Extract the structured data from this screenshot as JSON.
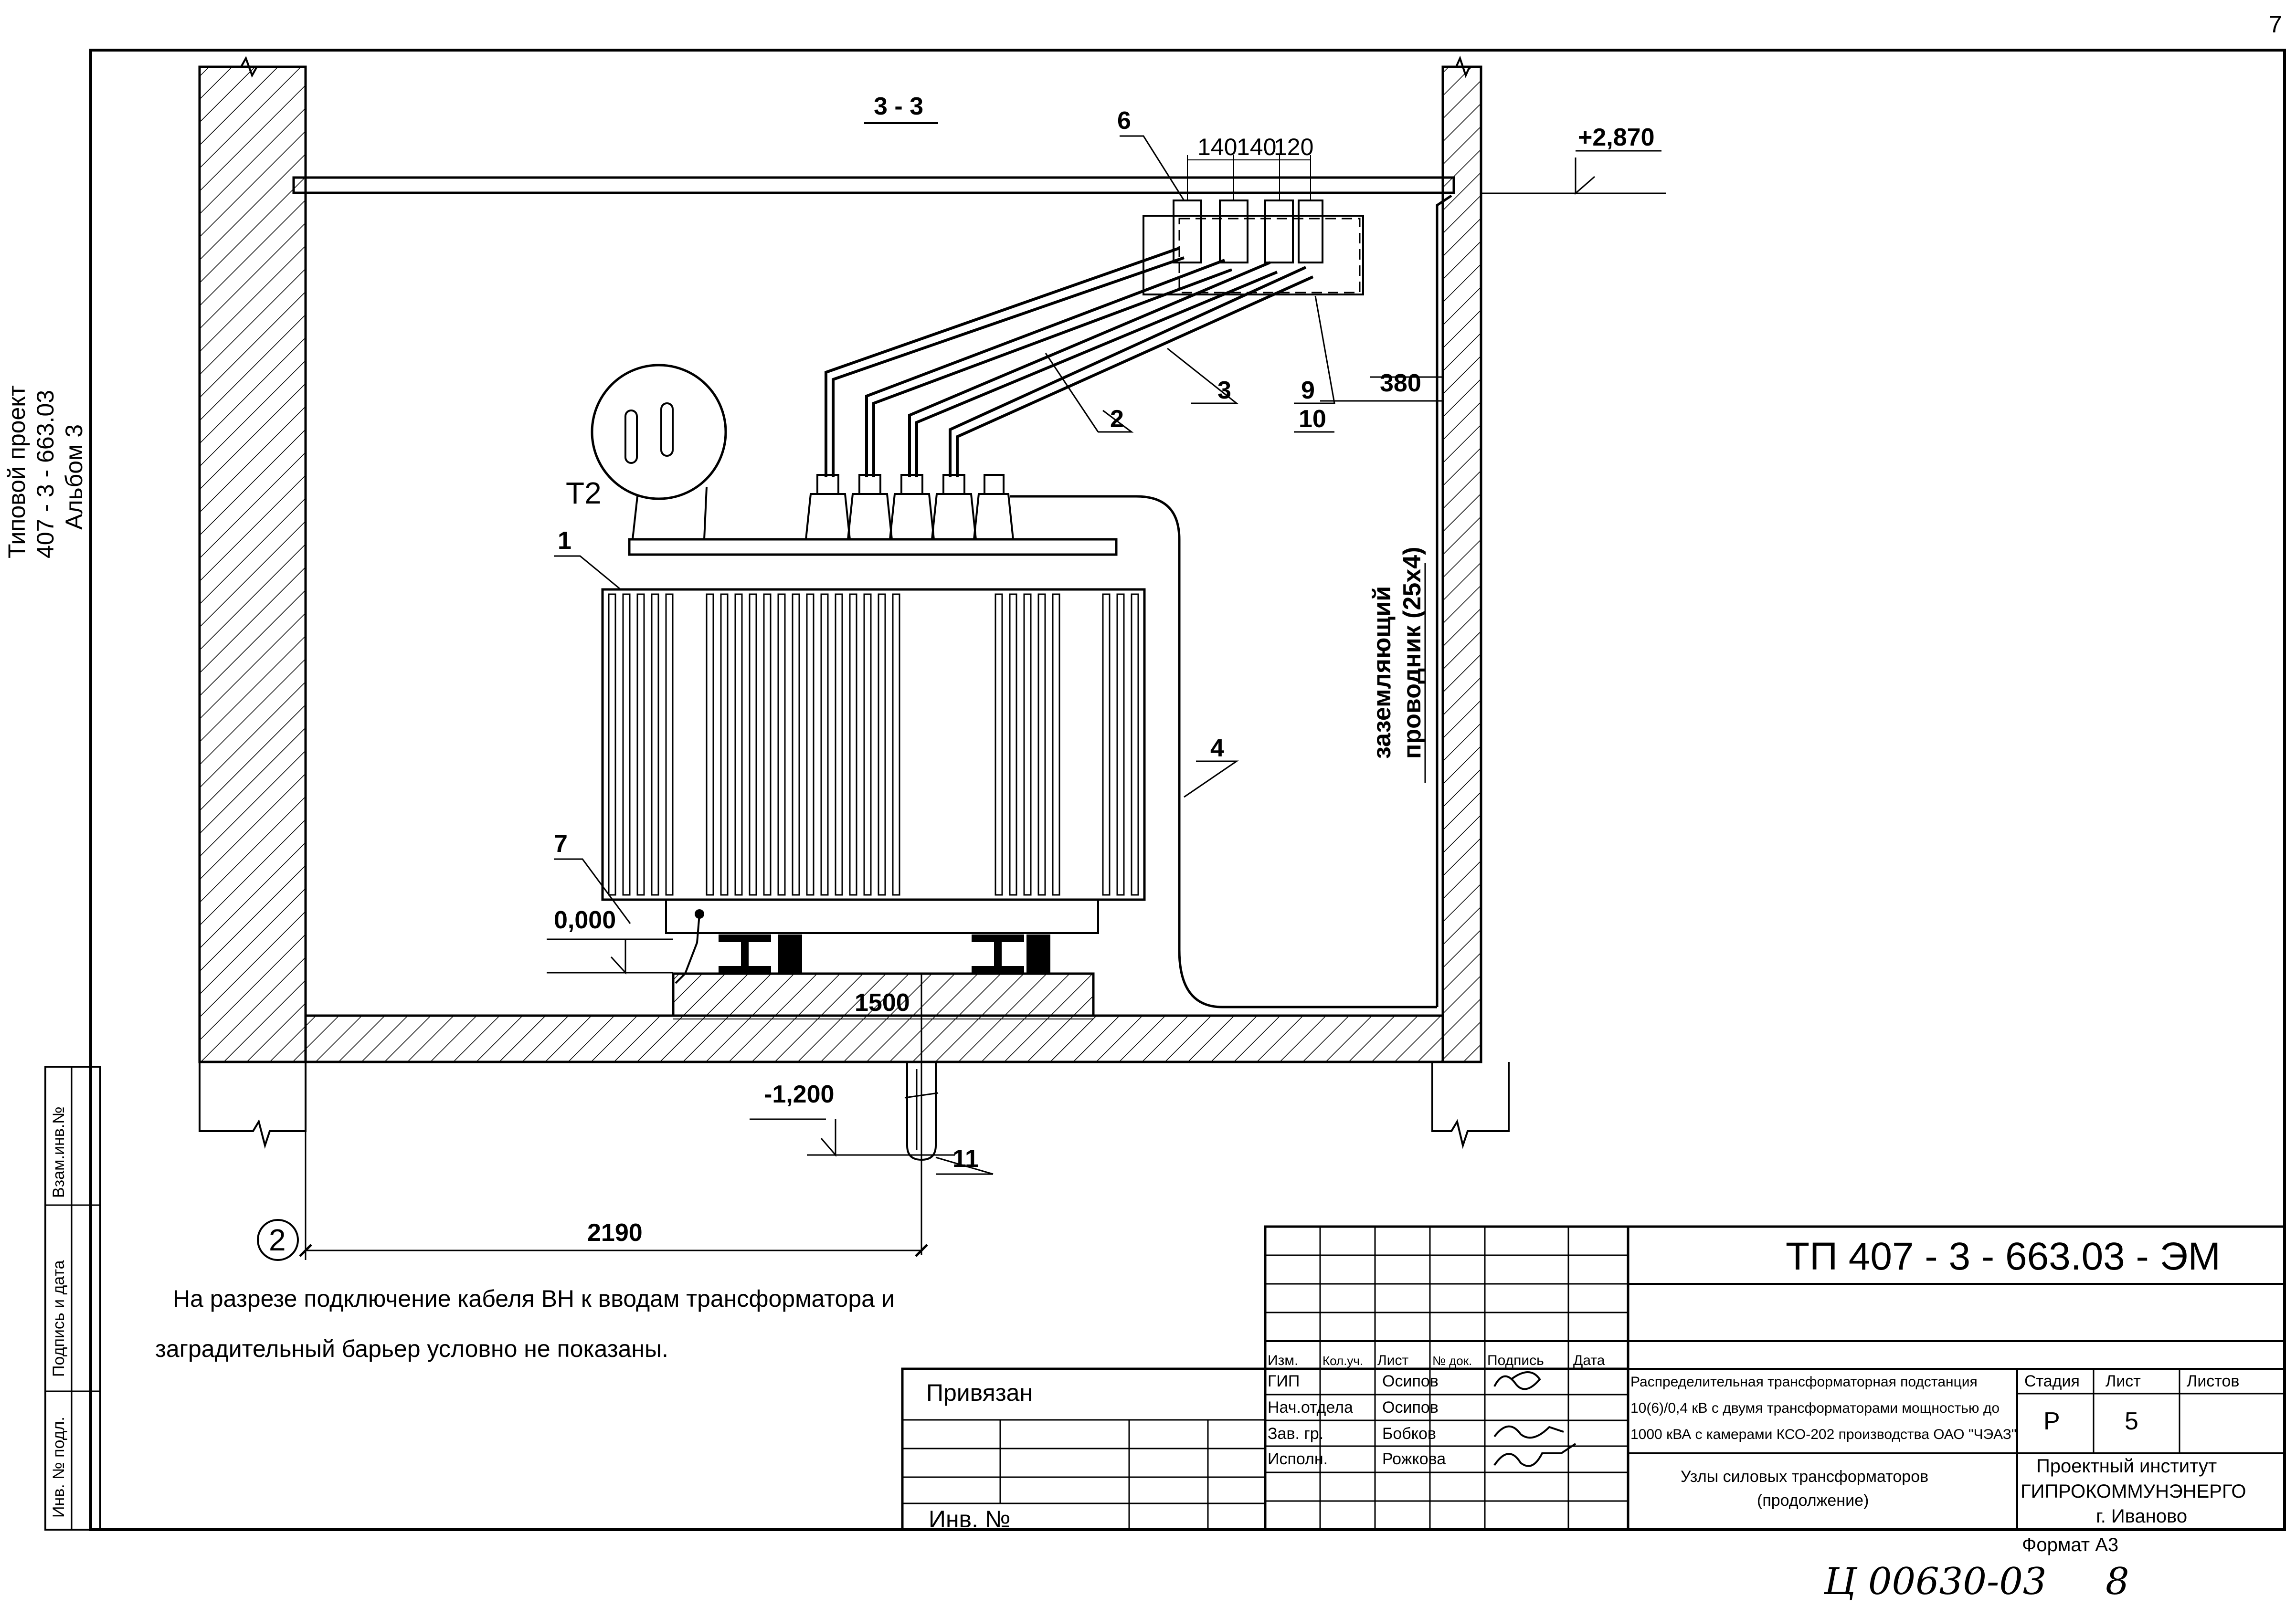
{
  "page": {
    "number": "7",
    "format_label": "Формат А3",
    "handwritten_inventory": "Ц 00630-03",
    "handwritten_sheet": "8"
  },
  "side_stamp": {
    "line1": "Типовой проект",
    "line2": "407 - 3 - 663.03",
    "line3": "Альбом 3"
  },
  "left_strip": {
    "vzam": "Взам.инв.№",
    "podpis": "Подпись и дата",
    "inv": "Инв. № подл."
  },
  "drawing": {
    "section_label": "3 - 3",
    "transformer_label": "Т2",
    "elevation_top": "+2,870",
    "elevation_zero": "0,000",
    "elevation_bottom": "-1,200",
    "dim_140_a": "140",
    "dim_140_b": "140",
    "dim_120": "120",
    "dim_380": "380",
    "dim_1500": "1500",
    "dim_2190": "2190",
    "axis_label": "2",
    "ground_conductor_line1": "заземляющий",
    "ground_conductor_line2": "проводник (25х4)",
    "callouts": {
      "c1": "1",
      "c2": "2",
      "c3": "3",
      "c4": "4",
      "c6": "6",
      "c7": "7",
      "c9": "9",
      "c10": "10",
      "c11": "11"
    }
  },
  "note": {
    "line1": "На разрезе  подключение кабеля ВН к вводам трансформатора и",
    "line2": "заградительный барьер условно не показаны."
  },
  "title_block": {
    "doc_code": "ТП  407 - 3 - 663.03 - ЭМ",
    "headers": {
      "izm": "Изм.",
      "kol": "Кол.уч.",
      "list": "Лист",
      "ndok": "№ док.",
      "podpis": "Подпись",
      "data": "Дата"
    },
    "roles": [
      {
        "role": "ГИП",
        "name": "Осипов"
      },
      {
        "role": "Нач.отдела",
        "name": "Осипов"
      },
      {
        "role": "Зав. гр.",
        "name": "Бобков"
      },
      {
        "role": "Исполн.",
        "name": "Рожкова"
      }
    ],
    "project_title": {
      "line1": "Распределительная трансформаторная подстанция",
      "line2": "10(6)/0,4 кВ с двумя трансформаторами мощностью до",
      "line3": "1000 кВА с камерами КСО-202 производства ОАО \"ЧЭАЗ\""
    },
    "sheet_title": {
      "line1": "Узлы силовых трансформаторов",
      "line2": "(продолжение)"
    },
    "stage_header": "Стадия",
    "list_header": "Лист",
    "lists_header": "Листов",
    "stage": "Р",
    "sheet": "5",
    "sheets": "",
    "org": {
      "line1": "Проектный институт",
      "line2": "ГИПРОКОММУНЭНЕРГО",
      "line3": "г. Иваново"
    },
    "privyazan": "Привязан",
    "inv_no": "Инв. №"
  }
}
